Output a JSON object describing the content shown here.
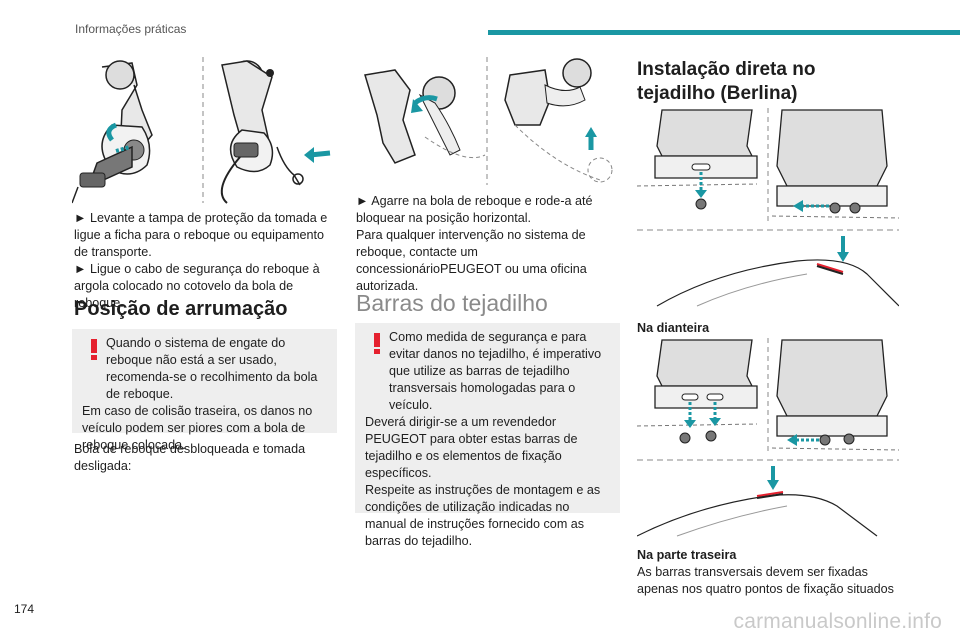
{
  "header": {
    "section": "Informações práticas"
  },
  "page_number": "174",
  "watermark": "carmanualsonline.info",
  "col1": {
    "steps": [
      "► Levante a tampa de proteção da tomada e ligue a ficha para o reboque ou equipamento de transporte.",
      "► Ligue o cabo de segurança do reboque à argola colocado no cotovelo da bola de reboque."
    ],
    "heading": "Posição de arrumação",
    "warning_first": "Quando o sistema de engate do reboque não está a ser usado, recomenda-se o recolhimento da bola de reboque.",
    "warning_rest": "Em caso de colisão traseira, os danos no veículo podem ser piores com a bola de reboque colocada.",
    "note": "Bola de reboque desbloqueada e tomada desligada:"
  },
  "col2": {
    "steps": [
      "► Agarre na bola de reboque e rode-a até bloquear na posição horizontal.",
      "Para qualquer intervenção no sistema de reboque, contacte um concessionárioPEUGEOT ou uma oficina autorizada."
    ],
    "heading": "Barras do tejadilho",
    "warning_first": "Como medida de segurança e para evitar danos no tejadilho, é imperativo que utilize as barras de tejadilho transversais homologadas para o veículo.",
    "warning_rest": [
      "Deverá dirigir-se a um revendedor PEUGEOT para obter estas barras de tejadilho e os elementos de fixação específicos.",
      "Respeite as instruções de montagem e as condições de utilização indicadas no manual de instruções fornecido com as barras do tejadilho."
    ]
  },
  "col3": {
    "heading_line1": "Instalação direta no",
    "heading_line2": "tejadilho (Berlina)",
    "caption_front": "Na dianteira",
    "caption_rear": "Na parte traseira",
    "text_rear_1": "As barras transversais devem ser fixadas",
    "text_rear_2": "apenas nos quatro pontos de fixação situados"
  },
  "colors": {
    "accent": "#1a97a3",
    "warning_bg": "#eeeeee",
    "warning_mark": "#e5202e",
    "arrow": "#1a97a3"
  }
}
